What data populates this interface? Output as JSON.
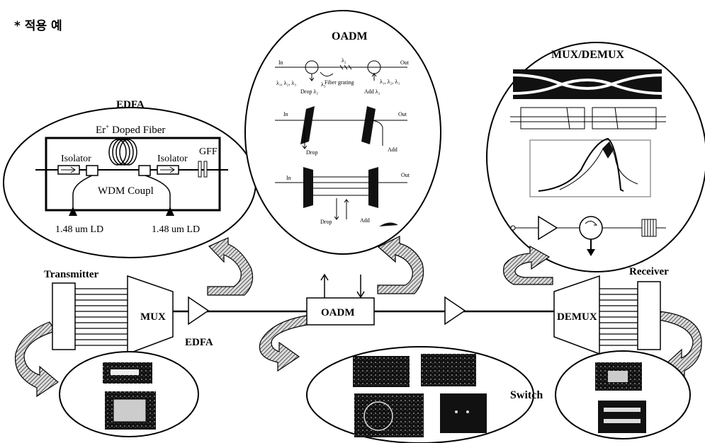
{
  "header": {
    "title": "* 적용 예"
  },
  "edfa_bubble": {
    "title": "EDFA",
    "fiber_label": "Er",
    "fiber_sup": "+",
    "fiber_rest": " Doped Fiber",
    "isolator_left": "Isolator",
    "isolator_right": "Isolator",
    "gff": "GFF",
    "wdm": "WDM Coupl",
    "ld_left": "1.48 um LD",
    "ld_right": "1.48 um LD"
  },
  "oadm_bubble": {
    "title": "OADM",
    "in_1": "In",
    "out_1": "Out",
    "lambda_in": "λ₁, λ₂, λ₃",
    "lambda_mid": "λ₂",
    "lambda_out": "λ₁, λ₂, λ₃",
    "lambda_3": "λ₃",
    "fiber_grating": "Fiber grating",
    "drop_1": "Drop λ₂",
    "add_1": "Add λ₂",
    "in_2": "In",
    "out_2": "Out",
    "drop_2": "Drop",
    "add_2": "Add",
    "in_3": "In",
    "out_3": "Out",
    "drop_3": "Drop",
    "add_3": "Add"
  },
  "mux_demux_bubble": {
    "title": "MUX/DEMUX"
  },
  "main_chain": {
    "transmitter": "Transmitter",
    "mux": "MUX",
    "edfa": "EDFA",
    "oadm": "OADM",
    "demux": "DEMUX",
    "receiver": "Receiver",
    "switch": "Switch"
  }
}
